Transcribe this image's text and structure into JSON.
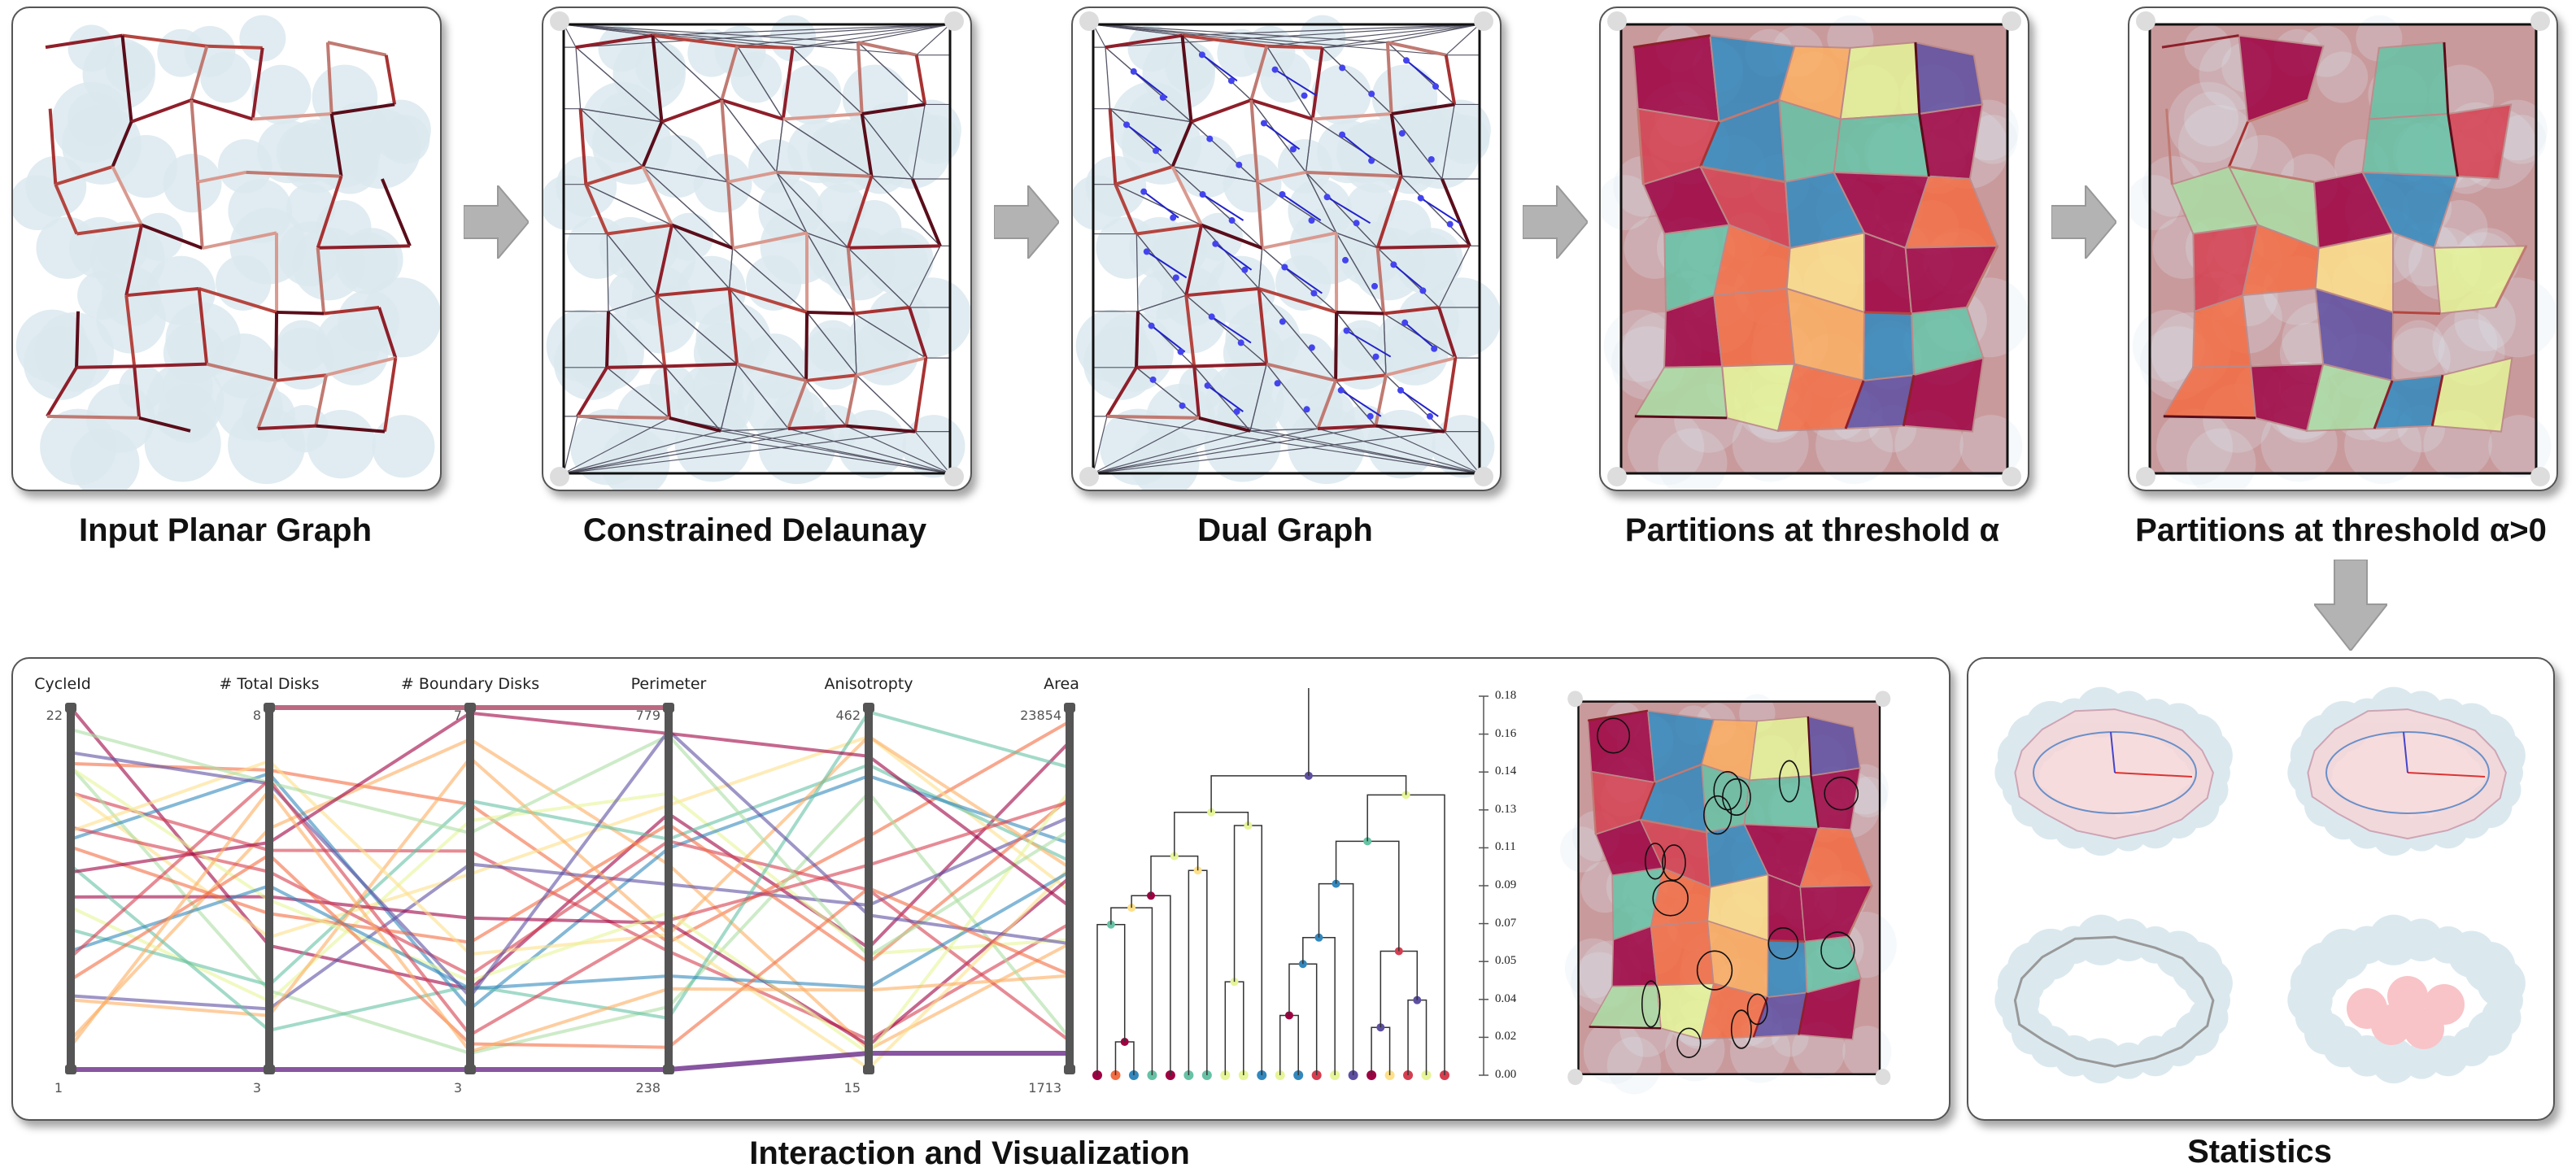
{
  "pipeline": {
    "steps": [
      {
        "label": "Input Planar Graph"
      },
      {
        "label": "Constrained Delaunay"
      },
      {
        "label": "Dual Graph"
      },
      {
        "label": "Partitions at threshold α"
      },
      {
        "label": "Partitions at threshold α>0"
      }
    ],
    "bottom": {
      "interaction_label": "Interaction and Visualization",
      "statistics_label": "Statistics"
    }
  },
  "parallel_coordinates": {
    "axes": [
      {
        "name": "CycleId",
        "max": "22",
        "min": "1"
      },
      {
        "name": "# Total Disks",
        "max": "8",
        "min": "3"
      },
      {
        "name": "# Boundary Disks",
        "max": "7",
        "min": "3"
      },
      {
        "name": "Perimeter",
        "max": "779",
        "min": "238"
      },
      {
        "name": "Anisotropty",
        "max": "462",
        "min": "15"
      },
      {
        "name": "Area",
        "max": "23854",
        "min": "1713"
      }
    ]
  },
  "dendrogram": {
    "ticks": [
      "0.18",
      "0.16",
      "0.14",
      "0.13",
      "0.11",
      "0.09",
      "0.07",
      "0.05",
      "0.04",
      "0.02",
      "0.00"
    ]
  },
  "colors": {
    "disk": "#dbe9ef",
    "edge": "#b5453f",
    "partition_bg": "#c99a9c",
    "palette": [
      "#9e0142",
      "#d53e4f",
      "#f46d43",
      "#fdae61",
      "#fee08b",
      "#e6f598",
      "#abdda4",
      "#66c2a5",
      "#3288bd",
      "#5e4fa2"
    ]
  }
}
